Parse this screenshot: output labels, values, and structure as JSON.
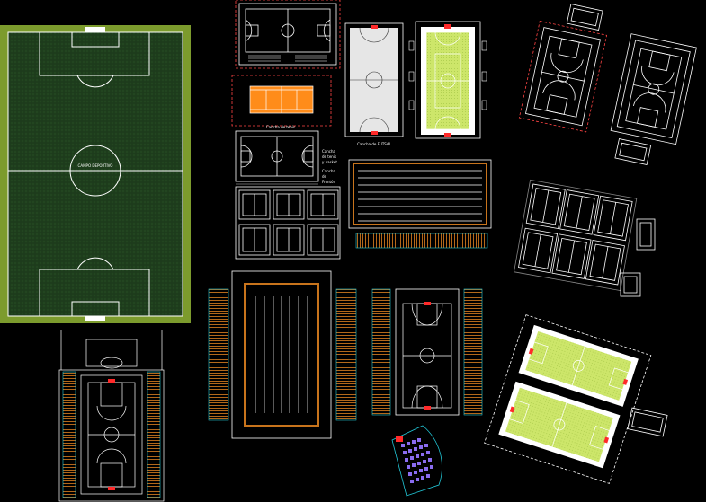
{
  "drawing": {
    "labels": {
      "soccer_center": "CAMPO DEPORTIVO",
      "tennis_caption": "Cancha de tenis",
      "futsal_caption": "Cancha de FUTSAL",
      "side_note_1": "Cancha",
      "side_note_2": "de tenis",
      "side_note_3": "y basket",
      "side_note_4": "Cancha",
      "side_note_5": "de",
      "side_note_6": "Frontón"
    },
    "colors": {
      "background": "#000000",
      "field_green": "#1e3d1c",
      "field_border": "#7c9b2d",
      "court_orange": "#ff8c1a",
      "court_lime": "#b7e36a",
      "court_gray": "#e6e6e6",
      "stand_orange": "#c8741c",
      "line_white": "#ffffff",
      "accent_red": "#ff2a2a",
      "accent_cyan": "#22c8d8",
      "seating_purple": "#8a6cf0"
    }
  }
}
